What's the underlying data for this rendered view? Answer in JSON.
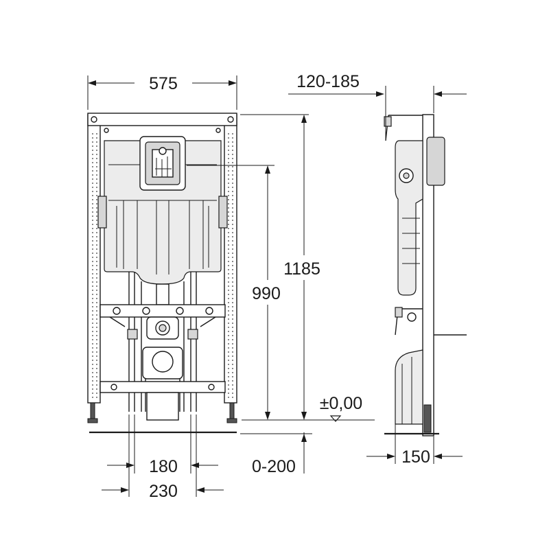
{
  "dimensions": {
    "width_total": "575",
    "wall_offset": "120-185",
    "height_total": "1185",
    "height_flush": "990",
    "floor_level": "±0,00",
    "bolt_spacing_inner": "180",
    "bolt_spacing_outer": "230",
    "floor_adjust": "0-200",
    "depth": "150"
  }
}
